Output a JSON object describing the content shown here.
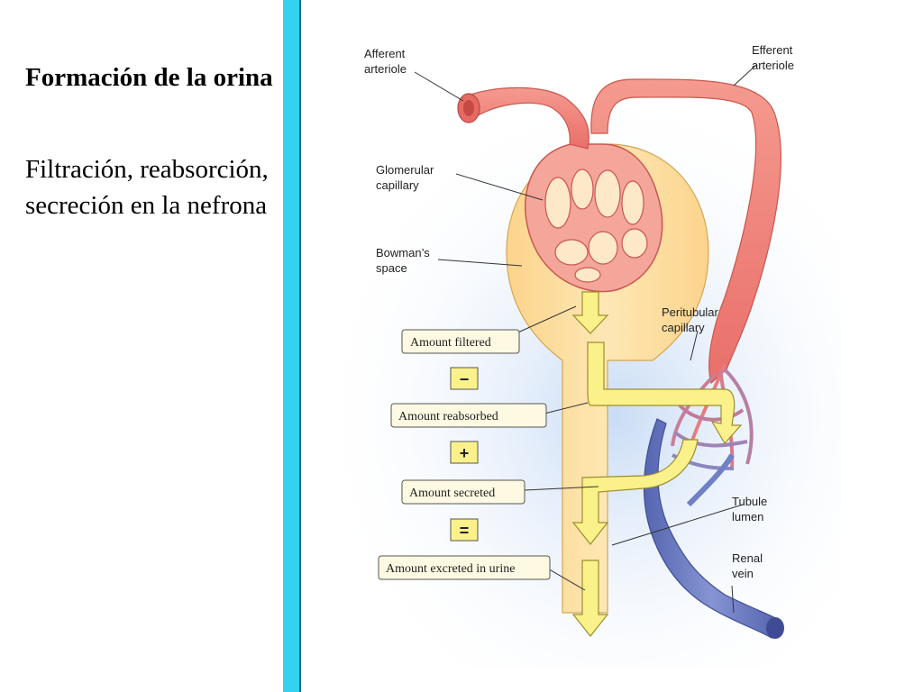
{
  "slide": {
    "title": "Formación de la orina",
    "subtitle": "Filtración, reabsorción, secreción en la nefrona"
  },
  "colors": {
    "accent_bar": "#33d2ee",
    "arteriole": "#f4958a",
    "vein": "#6f7fc2",
    "tubule": "#fde2a6",
    "arrow_fill": "#fbf18a",
    "label_box": "#fdf9e2"
  },
  "diagram": {
    "labels": {
      "afferent_1": "Afferent",
      "afferent_2": "arteriole",
      "efferent_1": "Efferent",
      "efferent_2": "arteriole",
      "glomerular_1": "Glomerular",
      "glomerular_2": "capillary",
      "bowman_1": "Bowman’s",
      "bowman_2": "space",
      "peritubular_1": "Peritubular",
      "peritubular_2": "capillary",
      "tubule_1": "Tubule",
      "tubule_2": "lumen",
      "renal_1": "Renal",
      "renal_2": "vein"
    },
    "boxes": {
      "filtered": "Amount filtered",
      "reabsorbed": "Amount reabsorbed",
      "secreted": "Amount secreted",
      "excreted": "Amount excreted in urine"
    },
    "operators": {
      "minus": "−",
      "plus": "+",
      "equals": "="
    }
  }
}
